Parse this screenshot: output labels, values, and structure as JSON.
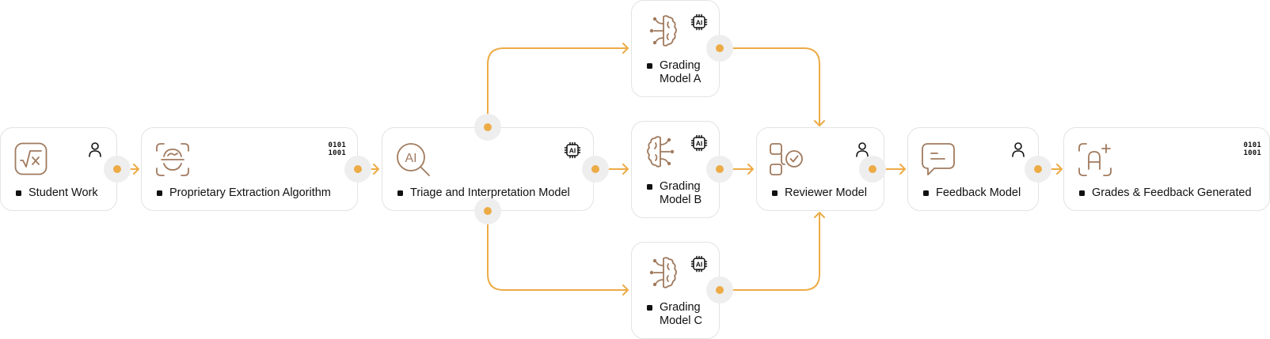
{
  "diagram": {
    "colors": {
      "accent": "#EDAB46",
      "icon": "#A07A5E",
      "border": "#E3E3E3",
      "port_halo": "#EEEEEE",
      "text": "#111111"
    },
    "nodes": {
      "student_work": {
        "label": "Student Work",
        "icon": "sqrt-x-icon",
        "badge": "person-icon"
      },
      "extraction": {
        "label": "Proprietary Extraction Algorithm",
        "icon": "scan-face-icon",
        "badge": "binary-icon",
        "badge_text": [
          "0101",
          "1001"
        ]
      },
      "triage": {
        "label": "Triage and Interpretation Model",
        "icon": "ai-search-icon",
        "badge": "ai-chip-icon",
        "icon_text": "AI"
      },
      "grading_a": {
        "label_lines": [
          "Grading",
          "Model A"
        ],
        "icon": "brain-circuit-icon",
        "badge": "ai-chip-icon"
      },
      "grading_b": {
        "label_lines": [
          "Grading",
          "Model B"
        ],
        "icon": "brain-circuit-icon",
        "badge": "ai-chip-icon"
      },
      "grading_c": {
        "label_lines": [
          "Grading",
          "Model C"
        ],
        "icon": "brain-circuit-icon",
        "badge": "ai-chip-icon"
      },
      "reviewer": {
        "label": "Reviewer Model",
        "icon": "review-check-icon",
        "badge": "person-icon"
      },
      "feedback": {
        "label": "Feedback Model",
        "icon": "message-icon",
        "badge": "person-icon"
      },
      "grades": {
        "label": "Grades & Feedback Generated",
        "icon": "grade-a-plus-icon",
        "badge": "binary-icon",
        "badge_text": [
          "0101",
          "1001"
        ]
      }
    },
    "chip_text": "AI",
    "edges": [
      {
        "from": "student_work",
        "to": "extraction"
      },
      {
        "from": "extraction",
        "to": "triage"
      },
      {
        "from": "triage",
        "to": "grading_a"
      },
      {
        "from": "triage",
        "to": "grading_b"
      },
      {
        "from": "triage",
        "to": "grading_c"
      },
      {
        "from": "grading_a",
        "to": "reviewer"
      },
      {
        "from": "grading_b",
        "to": "reviewer"
      },
      {
        "from": "grading_c",
        "to": "reviewer"
      },
      {
        "from": "reviewer",
        "to": "feedback"
      },
      {
        "from": "feedback",
        "to": "grades"
      }
    ]
  }
}
